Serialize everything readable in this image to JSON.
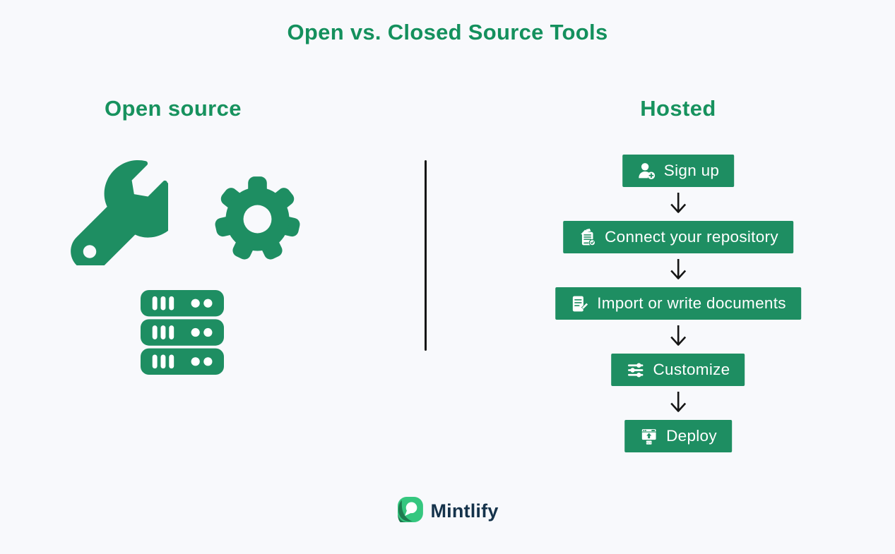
{
  "title": "Open vs. Closed Source Tools",
  "colors": {
    "background": "#f8f9fc",
    "primary_green": "#1E8E62",
    "heading_green": "#17925E",
    "arrow_black": "#151515",
    "logo_text": "#15334B",
    "logo_leaf_light": "#35C77F",
    "logo_leaf_dark": "#1E7B4F"
  },
  "left_panel": {
    "heading": "Open source",
    "icons": [
      "wrench-icon",
      "gear-icon",
      "server-stack-icon"
    ]
  },
  "right_panel": {
    "heading": "Hosted",
    "steps": [
      {
        "label": "Sign up",
        "icon": "user-add-icon"
      },
      {
        "label": "Connect your repository",
        "icon": "repository-icon"
      },
      {
        "label": "Import or write documents",
        "icon": "document-edit-icon"
      },
      {
        "label": "Customize",
        "icon": "sliders-icon"
      },
      {
        "label": "Deploy",
        "icon": "deploy-window-icon"
      }
    ]
  },
  "footer": {
    "brand": "Mintlify"
  }
}
